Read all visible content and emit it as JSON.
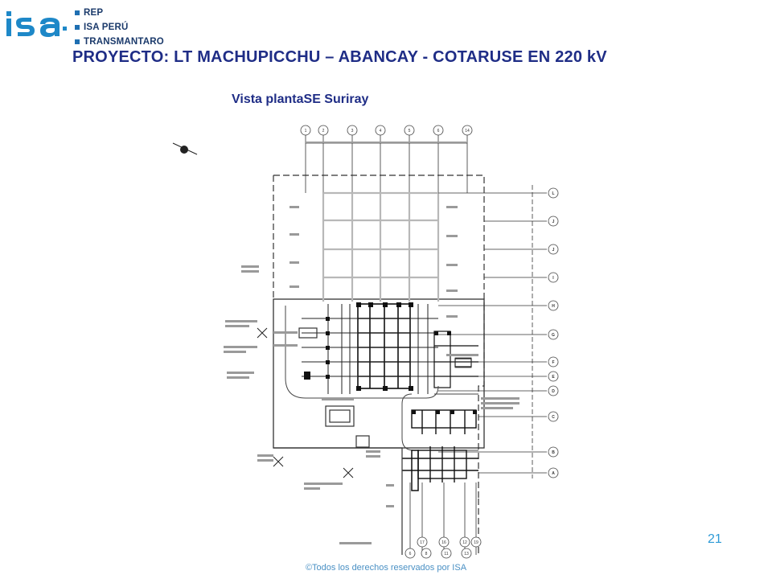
{
  "header": {
    "brands": [
      "REP",
      "ISA PERÚ",
      "TRANSMANTARO"
    ],
    "title": "PROYECTO: LT MACHUPICCHU – ABANCAY - COTARUSE EN 220 kV",
    "subtitle": "Vista plantaSE Suriray"
  },
  "colors": {
    "title": "#1f2d86",
    "brand": "#1f6fb2",
    "logo": "#1e88c8",
    "footer": "#4a90c4"
  },
  "plan": {
    "top_axis_labels": [
      "1",
      "2",
      "3",
      "4",
      "5",
      "6",
      "14"
    ],
    "right_axis_labels": [
      "L",
      "J",
      "J",
      "I",
      "H",
      "G",
      "F",
      "E",
      "D",
      "C",
      "B",
      "A"
    ],
    "bottom_axis_labels": [
      "17",
      "16",
      "12",
      "19"
    ],
    "bottom_axis_labels_2": [
      "6",
      "8",
      "11",
      "13"
    ]
  },
  "footer": {
    "page_number": "21",
    "copyright": "©Todos los derechos reservados por ISA"
  }
}
